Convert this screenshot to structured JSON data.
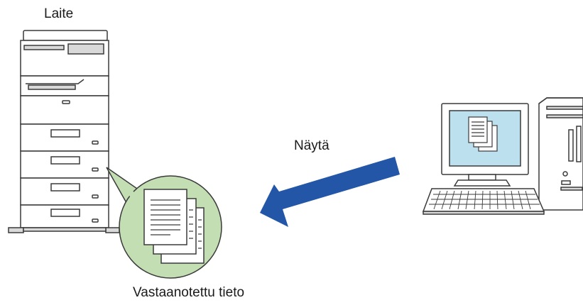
{
  "labels": {
    "device": "Laite",
    "action": "Näytä",
    "received": "Vastaanotettu tieto"
  },
  "colors": {
    "arrow": "#2456a8",
    "callout_fill": "#c3deb3",
    "monitor_screen": "#bde0ee",
    "outline": "#3a3a3a",
    "body_fill": "#ffffff",
    "trim_fill": "#d9d9d9"
  },
  "icons": [
    "printer-icon",
    "computer-icon",
    "documents-icon",
    "arrow-icon"
  ]
}
